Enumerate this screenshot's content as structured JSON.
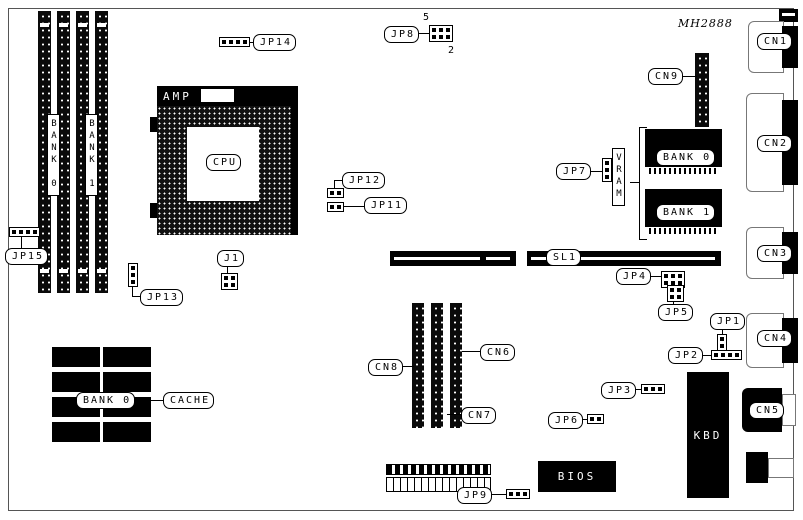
{
  "board": {
    "part_number": "MH2888"
  },
  "labels": {
    "jp1": "JP1",
    "jp2": "JP2",
    "jp3": "JP3",
    "jp4": "JP4",
    "jp5": "JP5",
    "jp6": "JP6",
    "jp7": "JP7",
    "jp8": "JP8",
    "jp9": "JP9",
    "jp11": "JP11",
    "jp12": "JP12",
    "jp13": "JP13",
    "jp14": "JP14",
    "jp15": "JP15",
    "j1": "J1",
    "cn1": "CN1",
    "cn2": "CN2",
    "cn3": "CN3",
    "cn4": "CN4",
    "cn5": "CN5",
    "cn6": "CN6",
    "cn7": "CN7",
    "cn8": "CN8",
    "cn9": "CN9",
    "sl1": "SL1",
    "cpu": "CPU",
    "amp": "AMP",
    "vram": "VRAM",
    "kbd": "KBD",
    "bios": "BIOS",
    "cache": "CACHE",
    "simm_bank0": "BANK 0",
    "simm_bank1": "BANK 1",
    "vram_bank0": "BANK 0",
    "vram_bank1": "BANK 1",
    "cache_bank0": "BANK 0",
    "jp8_pin_top": "5",
    "jp8_pin_bottom": "2"
  }
}
